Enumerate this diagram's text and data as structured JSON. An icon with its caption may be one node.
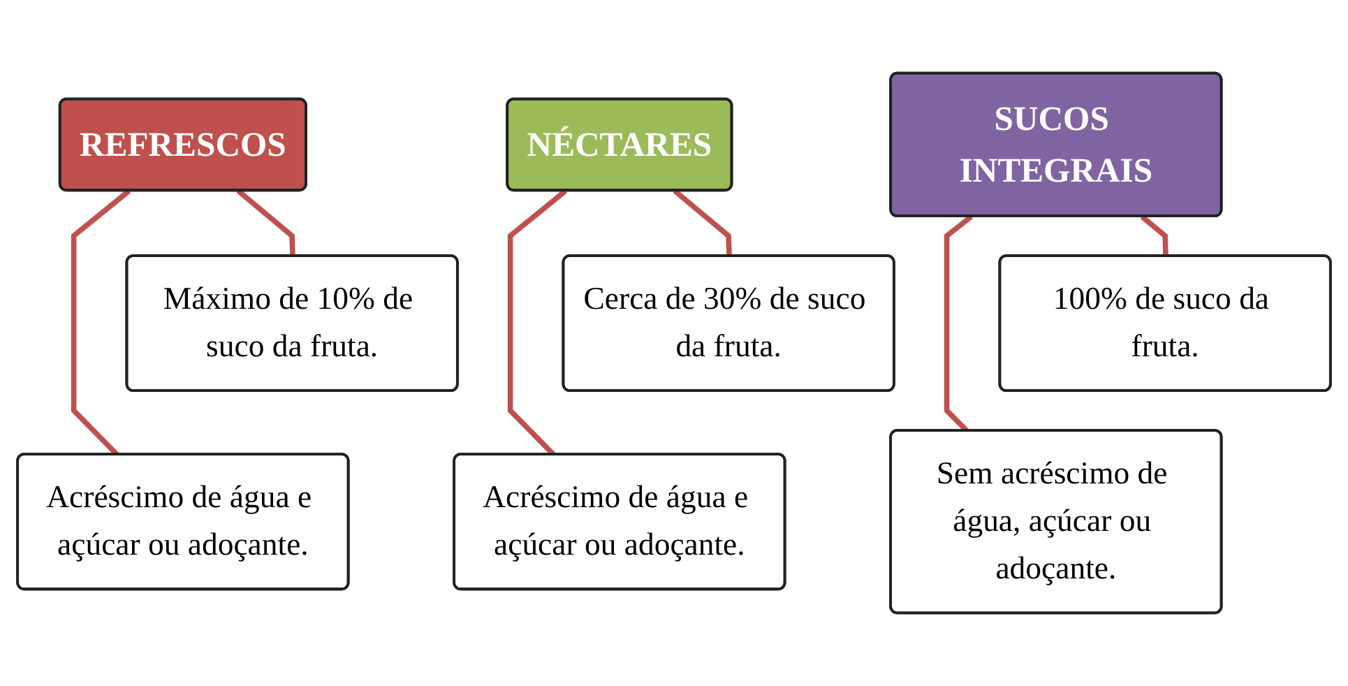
{
  "diagram": {
    "nodes": [
      {
        "text": [
          "REFRESCOS"
        ]
      },
      {
        "text": [
          "Máximo de 10% de suco da fruta."
        ]
      },
      {
        "text": [
          "Acréscimo de água e açúcar ou adoçante."
        ]
      },
      {
        "text": [
          "NÉCTARES"
        ]
      },
      {
        "text": [
          "Cerca de 30% de suco da fruta."
        ]
      },
      {
        "text": [
          "Acréscimo de água e açúcar ou adoçante."
        ]
      },
      {
        "text": [
          "SUCOS INTEGRAIS"
        ]
      },
      {
        "text": [
          "100% de suco da fruta."
        ]
      },
      {
        "text": [
          "Sem acréscimo de água, açúcar ou adoçante."
        ]
      }
    ],
    "edges": [
      {
        "from": 0,
        "to": 1,
        "arrow": "none",
        "color": "#c0504d"
      },
      {
        "from": 0,
        "to": 2,
        "arrow": "none",
        "color": "#c0504d"
      },
      {
        "from": 3,
        "to": 4,
        "arrow": "none",
        "color": "#c0504d"
      },
      {
        "from": 3,
        "to": 5,
        "arrow": "none",
        "color": "#c0504d"
      },
      {
        "from": 6,
        "to": 7,
        "arrow": "none",
        "color": "#c0504d"
      },
      {
        "from": 6,
        "to": 8,
        "arrow": "none",
        "color": "#c0504d"
      }
    ]
  }
}
